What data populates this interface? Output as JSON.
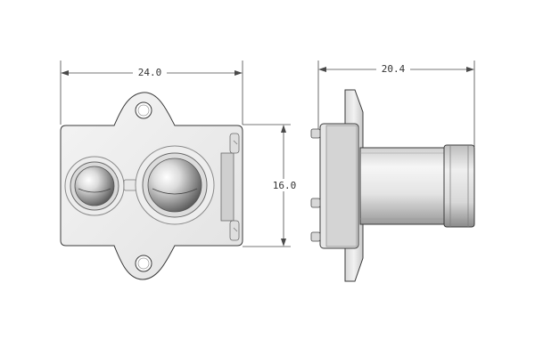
{
  "drawing": {
    "front_view": {
      "width_label": "24.0",
      "height_label": "16.0"
    },
    "side_view": {
      "depth_label": "20.4"
    }
  }
}
